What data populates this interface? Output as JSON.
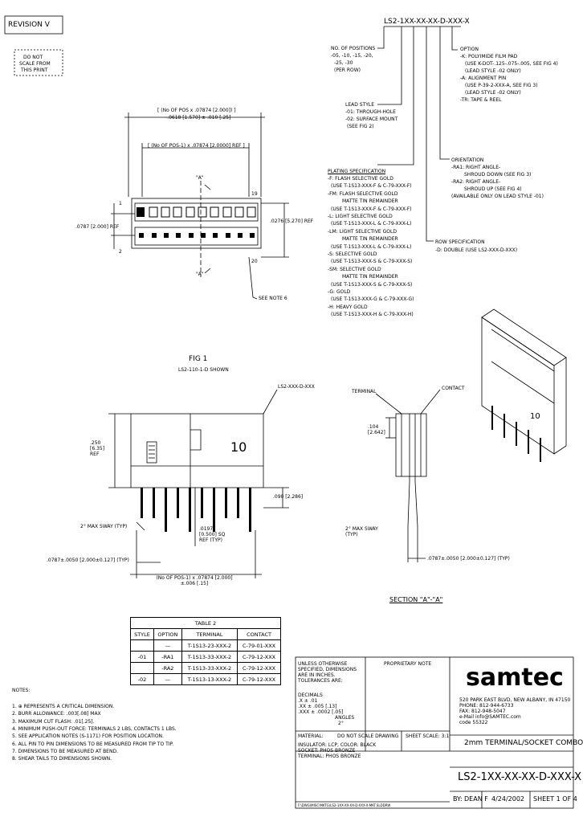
{
  "revision_label": "REVISION V",
  "scale_note": [
    "DO NOT",
    "SCALE FROM",
    "THIS PRINT"
  ],
  "part_number_top": "LS2-1XX-XX-XX-D-XXX-X",
  "no_pos": {
    "title": "NO. OF POSITIONS",
    "lines": [
      "-05, -10, -15, -20,",
      "-25, -30",
      "(PER ROW)"
    ]
  },
  "lead_style": {
    "title": "LEAD STYLE",
    "lines": [
      "-01: THROUGH-HOLE",
      "-02: SURFACE MOUNT",
      "(SEE FIG 2)"
    ]
  },
  "plating": {
    "title": "PLATING SPECIFICATION",
    "lines": [
      "-F: FLASH SELECTIVE GOLD",
      "(USE T-1S13-XXX-F & C-79-XXX-F)",
      "-FM: FLASH SELECTIVE GOLD",
      "MATTE TIN REMAINDER",
      "(USE T-1S13-XXX-F & C-79-XXX-F)",
      "-L: LIGHT SELECTIVE GOLD",
      "(USE T-1S13-XXX-L & C-79-XXX-L)",
      "-LM: LIGHT SELECTIVE GOLD",
      "MATTE TIN REMAINDER",
      "(USE T-1S13-XXX-L & C-79-XXX-L)",
      "-S: SELECTIVE GOLD",
      "(USE T-1S13-XXX-S & C-79-XXX-S)",
      "-SM: SELECTIVE GOLD",
      "MATTE TIN REMAINDER",
      "(USE T-1S13-XXX-S & C-79-XXX-S)",
      "-G: GOLD",
      "(USE T-1S13-XXX-G & C-79-XXX-G)",
      "-H: HEAVY GOLD",
      "(USE T-1S13-XXX-H & C-79-XXX-H)"
    ]
  },
  "option": {
    "title": "OPTION",
    "lines": [
      "-K: POLYIMIDE FILM PAD",
      "(USE K-DOT-.125-.075-.005, SEE FIG 4)",
      "(LEAD STYLE -02 ONLY)",
      "-A: ALIGNMENT PIN",
      "(USE P-39-2-XXX-A, SEE FIG 3)",
      "(LEAD STYLE -02 ONLY)",
      "-TR: TAPE & REEL"
    ]
  },
  "orientation": {
    "title": "ORIENTATION",
    "lines": [
      "-RA1: RIGHT ANGLE-",
      "SHROUD DOWN (SEE FIG 3)",
      "-RA2: RIGHT ANGLE-",
      "SHROUD UP (SEE FIG 4)",
      "(AVAILABLE ONLY ON LEAD STYLE -01)"
    ]
  },
  "row_spec": {
    "title": "ROW SPECIFICATION",
    "lines": [
      "-D: DOUBLE (USE LS2-XXX-D-XXX)"
    ]
  },
  "dims_top": {
    "d1": "[ (No OF POS x .07874 [2.000]) ]",
    "d2": "-.0618 [1.570] ± .010 [.25]",
    "d3": "[ (No OF POS-1) x .07874 [2.0000] REF ]",
    "a_top": "\"A\"",
    "a_bot": "\"A\"",
    "pitch": ".0787 [2.000] REF",
    "height": ".0276 [5.270] REF",
    "pin1": "1",
    "pin2": "2",
    "pin_a": "19",
    "pin_b": "20",
    "see_note": "SEE NOTE 6"
  },
  "fig1": {
    "title": "FIG 1",
    "sub": "LS2-110-1-D SHOWN",
    "call": "LS2-XXX-D-XXX",
    "num": "10",
    "h": ".250 [6.35] REF",
    "tail": ".090 [2.286]",
    "sq": ".0197 [0.500] SQ REF (TYP)",
    "sway": "2° MAX SWAY (TYP)",
    "pitch": ".0787±.0050 [2.000±0.127] (TYP)",
    "bottom": "(No OF POS-1) x .07874 [2.000] ±.006 [.15]"
  },
  "section": {
    "title": "SECTION \"A\"-\"A\"",
    "terminal": "TERMINAL",
    "contact": "CONTACT",
    "dim": ".104 [2.642]",
    "sway": "2° MAX SWAY (TYP)",
    "pitch": ".0787±.0050 [2.000±0.127] (TYP)"
  },
  "iso_label": "10",
  "table2": {
    "title": "TABLE 2",
    "headers": [
      "STYLE",
      "OPTION",
      "TERMINAL",
      "CONTACT"
    ],
    "rows": [
      [
        "",
        "—",
        "T-1S13-23-XXX-2",
        "C-79-01-XXX"
      ],
      [
        "-01",
        "-RA1",
        "T-1S13-33-XXX-2",
        "C-79-12-XXX"
      ],
      [
        "",
        "-RA2",
        "T-1S13-33-XXX-2",
        "C-79-12-XXX"
      ],
      [
        "-02",
        "—",
        "T-1S13-13-XXX-2",
        "C-79-12-XXX"
      ]
    ]
  },
  "notes": {
    "title": "NOTES:",
    "lines": [
      "1. ⊕ REPRESENTS A CRITICAL DIMENSION.",
      "2. BURR ALLOWANCE: .003[.08] MAX",
      "3. MAXIMUM CUT FLASH: .01[.25].",
      "4. MINIMUM PUSH-OUT FORCE: TERMINALS 2 LBS, CONTACTS 1 LBS.",
      "5. SEE APPLICATION NOTES (S-1171) FOR POSITION LOCATION.",
      "6. ALL PIN TO PIN DIMENSIONS TO BE MEASURED FROM TIP TO TIP.",
      "7. DIMENSIONS TO BE MEASURED AT BEND.",
      "8. SHEAR TAILS TO DIMENSIONS SHOWN."
    ]
  },
  "title_block": {
    "tol_title": "UNLESS OTHERWISE SPECIFIED, DIMENSIONS ARE IN INCHES. TOLERANCES ARE:",
    "tol_lines": [
      "DECIMALS",
      ".X ± .01",
      ".XX ± .005 [.13]",
      ".XXX ± .0002 [.05]",
      "ANGLES",
      "2°"
    ],
    "proprietary": "PROPRIETARY NOTE",
    "material_label": "MATERIAL:",
    "material": [
      "INSULATOR: LCP, COLOR: BLACK",
      "SOCKET: PHOS BRONZE",
      "TERMINAL: PHOS BRONZE"
    ],
    "dwg_scale": "DO NOT SCALE DRAWING",
    "scale": "SHEET SCALE: 3:1",
    "company": "samtec",
    "address": [
      "520 PARK EAST BLVD, NEW ALBANY, IN 47150",
      "PHONE: 812-944-6733",
      "FAX: 812-948-5047",
      "e-Mail info@SAMTEC.com",
      "code 55322"
    ],
    "desc": "2mm TERMINAL/SOCKET COMBO",
    "part": "LS2-1XX-XX-XX-D-XXX-X",
    "by_label": "BY:",
    "by": "DEAN F",
    "date": "4/24/2002",
    "sheet": "SHEET 1 OF 4",
    "footer": "F:\\DWG\\MISC\\MKTG\\LS2-1XX-XX-XX-D-XXX-X-MKT.SLDDRW"
  }
}
